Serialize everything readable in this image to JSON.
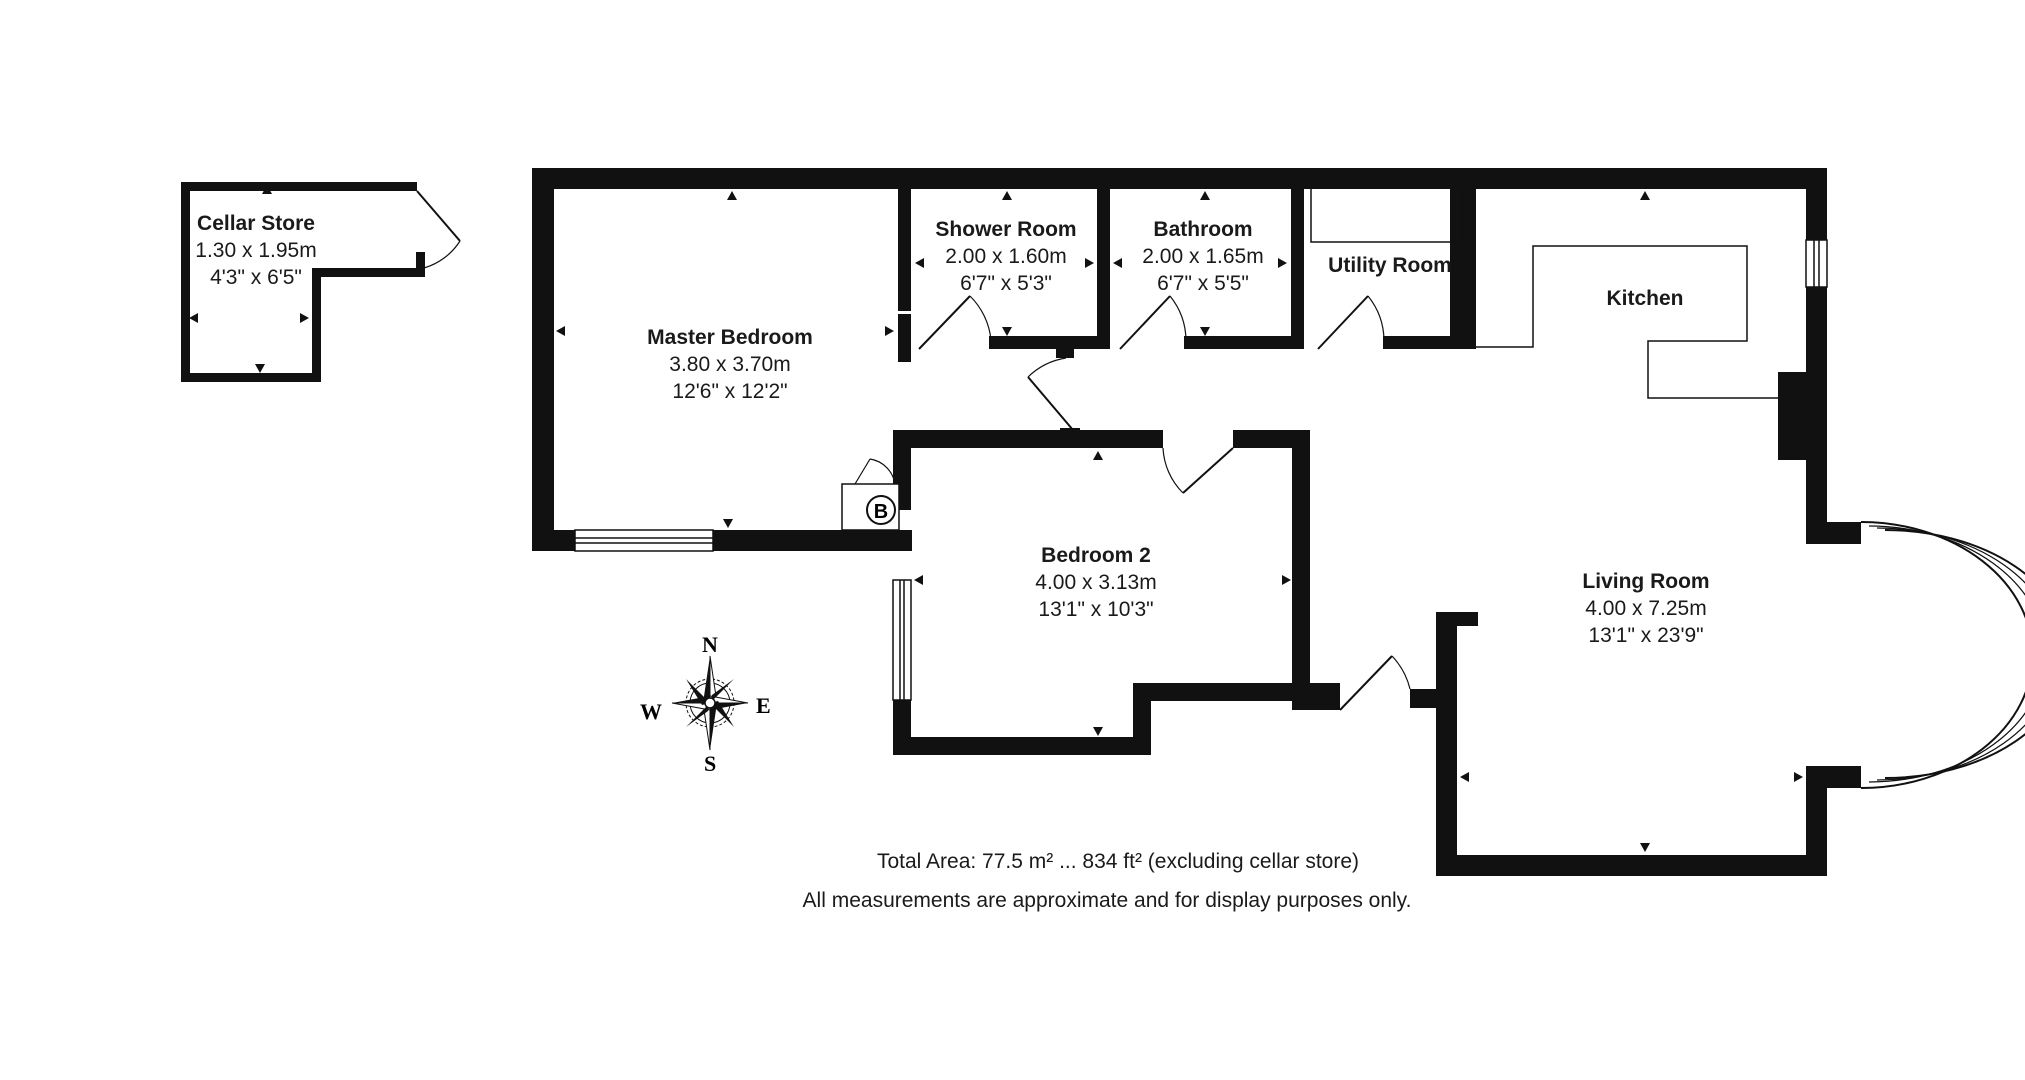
{
  "rooms": {
    "cellar_store": {
      "name": "Cellar Store",
      "metric": "1.30 x 1.95m",
      "imperial": "4'3\" x 6'5\""
    },
    "master_bedroom": {
      "name": "Master Bedroom",
      "metric": "3.80 x 3.70m",
      "imperial": "12'6\" x 12'2\""
    },
    "shower_room": {
      "name": "Shower Room",
      "metric": "2.00 x 1.60m",
      "imperial": "6'7\" x 5'3\""
    },
    "bathroom": {
      "name": "Bathroom",
      "metric": "2.00 x 1.65m",
      "imperial": "6'7\" x 5'5\""
    },
    "utility_room": {
      "name": "Utility Room"
    },
    "kitchen": {
      "name": "Kitchen"
    },
    "bedroom_2": {
      "name": "Bedroom 2",
      "metric": "4.00 x 3.13m",
      "imperial": "13'1\" x 10'3\""
    },
    "living_room": {
      "name": "Living Room",
      "metric": "4.00 x 7.25m",
      "imperial": "13'1\" x 23'9\""
    }
  },
  "boiler_label": "B",
  "compass": {
    "n": "N",
    "e": "E",
    "s": "S",
    "w": "W"
  },
  "footer": {
    "total_area": "Total Area: 77.5 m² ... 834 ft² (excluding cellar store)",
    "disclaimer": "All measurements are approximate and for display purposes only."
  },
  "colors": {
    "wall": "#111111",
    "background": "#ffffff",
    "text": "#1a1a1a"
  }
}
